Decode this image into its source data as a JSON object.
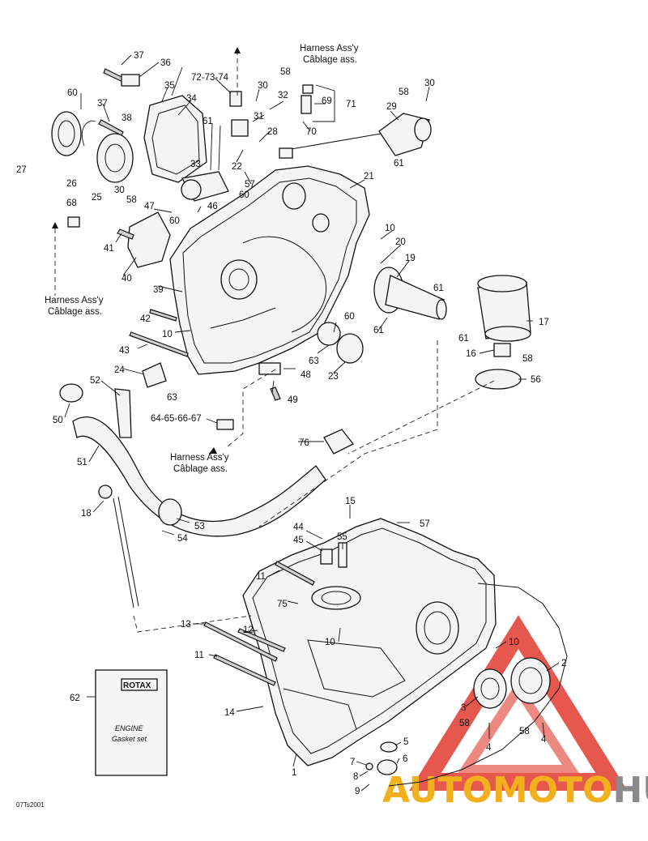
{
  "harness_label": {
    "line1": "Harness Ass'y",
    "line2": "Câblage ass."
  },
  "ref_groups": {
    "sensor_group": "72-73-74",
    "harness_group": "64-65-66-67"
  },
  "gasket_card": {
    "brand": "ROTAX",
    "line1": "ENGINE",
    "line2": "Gasket set"
  },
  "drawing_code": "07Ts2001",
  "watermark": {
    "part1": "AUTO",
    "part2": "MOTO",
    "part3": "HUB",
    "color_main": "#f2b01e",
    "color_hub": "#8a8a8a",
    "triangle_color": "#e23a2e"
  },
  "part_numbers": {
    "p1": "1",
    "p2": "2",
    "p3": "3",
    "p4": "4",
    "p4b": "4",
    "p5": "5",
    "p6": "6",
    "p7": "7",
    "p8": "8",
    "p9": "9",
    "p10a": "10",
    "p10b": "10",
    "p10c": "10",
    "p10d": "10",
    "p11a": "11",
    "p11b": "11",
    "p12": "12",
    "p13": "13",
    "p14": "14",
    "p15": "15",
    "p16": "16",
    "p17": "17",
    "p18": "18",
    "p19": "19",
    "p20": "20",
    "p21": "21",
    "p22": "22",
    "p23": "23",
    "p24": "24",
    "p25": "25",
    "p26": "26",
    "p27": "27",
    "p28": "28",
    "p29": "29",
    "p30a": "30",
    "p30b": "30",
    "p30c": "30",
    "p31": "31",
    "p32": "32",
    "p33": "33",
    "p34": "34",
    "p35": "35",
    "p36": "36",
    "p37a": "37",
    "p37b": "37",
    "p38": "38",
    "p39": "39",
    "p40": "40",
    "p41": "41",
    "p42": "42",
    "p43": "43",
    "p44": "44",
    "p45": "45",
    "p46": "46",
    "p47": "47",
    "p48": "48",
    "p49": "49",
    "p50": "50",
    "p51": "51",
    "p52": "52",
    "p53": "53",
    "p54": "54",
    "p55": "55",
    "p56": "56",
    "p57a": "57",
    "p57b": "57",
    "p58a": "58",
    "p58b": "58",
    "p58c": "58",
    "p58d": "58",
    "p58e": "58",
    "p58f": "58",
    "p60a": "60",
    "p60b": "60",
    "p60c": "60",
    "p60d": "60",
    "p61a": "61",
    "p61b": "61",
    "p61c": "61",
    "p61d": "61",
    "p61e": "61",
    "p62": "62",
    "p63a": "63",
    "p63b": "63",
    "p68": "68",
    "p69": "69",
    "p70": "70",
    "p71": "71",
    "p75": "75",
    "p76": "76"
  }
}
